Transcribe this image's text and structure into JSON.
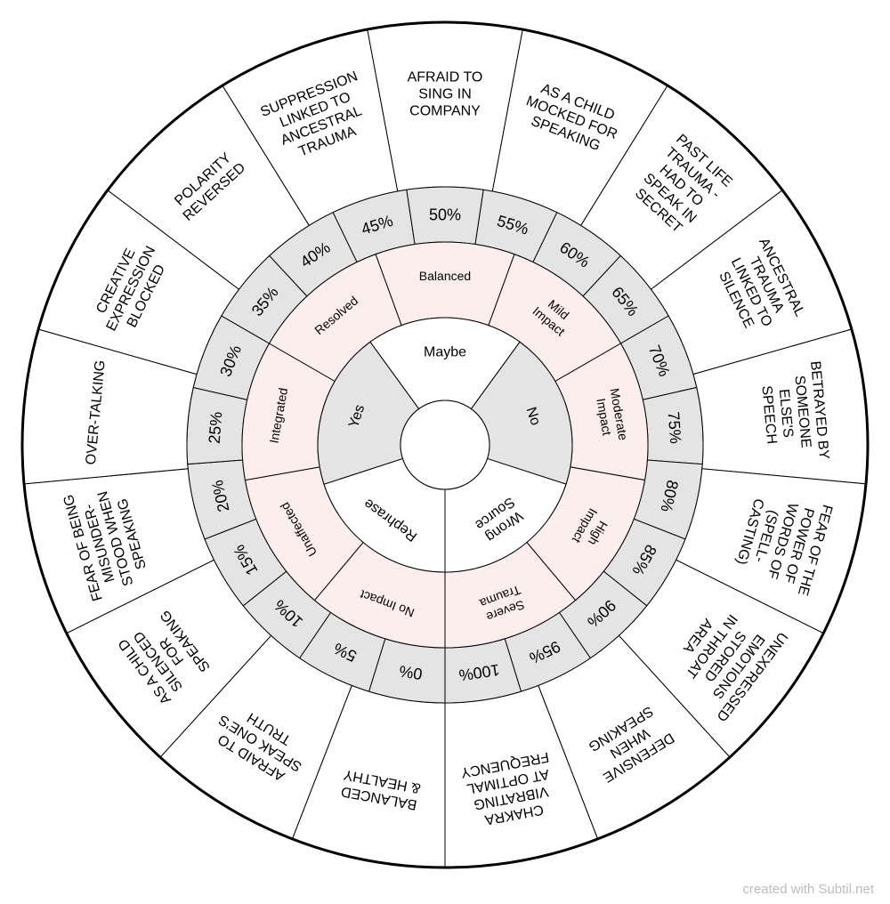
{
  "colors": {
    "outer_fill": "#ffffff",
    "percent_fill": "#e4e4e4",
    "state_fill": "#fdeeee",
    "answer_grey": "#e4e4e4",
    "answer_white": "#ffffff",
    "stroke": "#000000",
    "text": "#000000"
  },
  "outer_ring": [
    "AFRAID TO SING IN COMPANY",
    "AS A CHILD MOCKED FOR SPEAKING",
    "PAST LIFE TRAUMA - HAD TO SPEAK IN SECRET",
    "ANCESTRAL TRAUMA LINKED TO SILENCE",
    "BETRAYED BY SOMEONE ELSE'S SPEECH",
    "FEAR OF THE POWER OF WORDS OF (SPELL-CASTING)",
    "UNEXPRESSED EMOTIONS STORED IN THROAT AREA",
    "DEFENSIVE WHEN SPEAKING",
    "CHAKRA VIBRATING AT OPTIMAL FREQUENCY",
    "BALANCED & HEALTHY",
    "AFRAID TO SPEAK ONE'S TRUTH",
    "AS A CHILD SILENCED FOR SPEAKING",
    "FEAR OF BEING MISUNDER-STOOD WHEN SPEAKING",
    "OVER-TALKING",
    "CREATIVE EXPRESSION BLOCKED",
    "POLARITY REVERSED",
    "SUPPRESSION LINKED TO ANCESTRAL TRAUMA"
  ],
  "outer_ring_lines": [
    [
      "AFRAID TO",
      "SING IN",
      "COMPANY"
    ],
    [
      "AS A CHILD",
      "MOCKED FOR",
      "SPEAKING"
    ],
    [
      "PAST LIFE",
      "TRAUMA -",
      "HAD TO",
      "SPEAK IN",
      "SECRET"
    ],
    [
      "ANCESTRAL",
      "TRAUMA",
      "LINKED TO",
      "SILENCE"
    ],
    [
      "BETRAYED BY",
      "SOMEONE",
      "ELSE'S",
      "SPEECH"
    ],
    [
      "FEAR OF THE",
      "POWER OF",
      "WORDS OF",
      "(SPELL-",
      "CASTING)"
    ],
    [
      "UNEXPRESSED",
      "EMOTIONS",
      "STORED",
      "IN THROAT",
      "AREA"
    ],
    [
      "DEFENSIVE",
      "WHEN",
      "SPEAKING"
    ],
    [
      "CHAKRA",
      "VIBRATING",
      "AT OPTIMAL",
      "FREQUENCY"
    ],
    [
      "BALANCED",
      "& HEALTHY"
    ],
    [
      "AFRAID TO",
      "SPEAK ONE'S",
      "TRUTH"
    ],
    [
      "AS A CHILD",
      "SILENCED",
      "FOR",
      "SPEAKING"
    ],
    [
      "FEAR OF BEING",
      "MISUNDER-",
      "STOOD WHEN",
      "SPEAKING"
    ],
    [
      "OVER-TALKING"
    ],
    [
      "CREATIVE",
      "EXPRESSION",
      "BLOCKED"
    ],
    [
      "POLARITY",
      "REVERSED"
    ],
    [
      "SUPPRESSION",
      "LINKED TO",
      "ANCESTRAL",
      "TRAUMA"
    ]
  ],
  "percent_ring": [
    "50%",
    "55%",
    "60%",
    "65%",
    "70%",
    "75%",
    "80%",
    "85%",
    "90%",
    "95%",
    "100%",
    "0%",
    "5%",
    "10%",
    "15%",
    "20%",
    "25%",
    "30%",
    "35%",
    "40%",
    "45%"
  ],
  "state_ring": [
    [
      "Balanced"
    ],
    [
      "Mild",
      "Impact"
    ],
    [
      "Moderate",
      "Impact"
    ],
    [
      "High",
      "Impact"
    ],
    [
      "Severe",
      "Trauma"
    ],
    [
      "No Impact"
    ],
    [
      "Unaffected"
    ],
    [
      "Integrated"
    ],
    [
      "Resolved"
    ]
  ],
  "answer_ring": [
    [
      "Maybe"
    ],
    [
      "No"
    ],
    [
      "Wrong",
      "Source"
    ],
    [
      "Rephrase"
    ],
    [
      "Yes"
    ]
  ],
  "credit": "created with Subtil.net"
}
